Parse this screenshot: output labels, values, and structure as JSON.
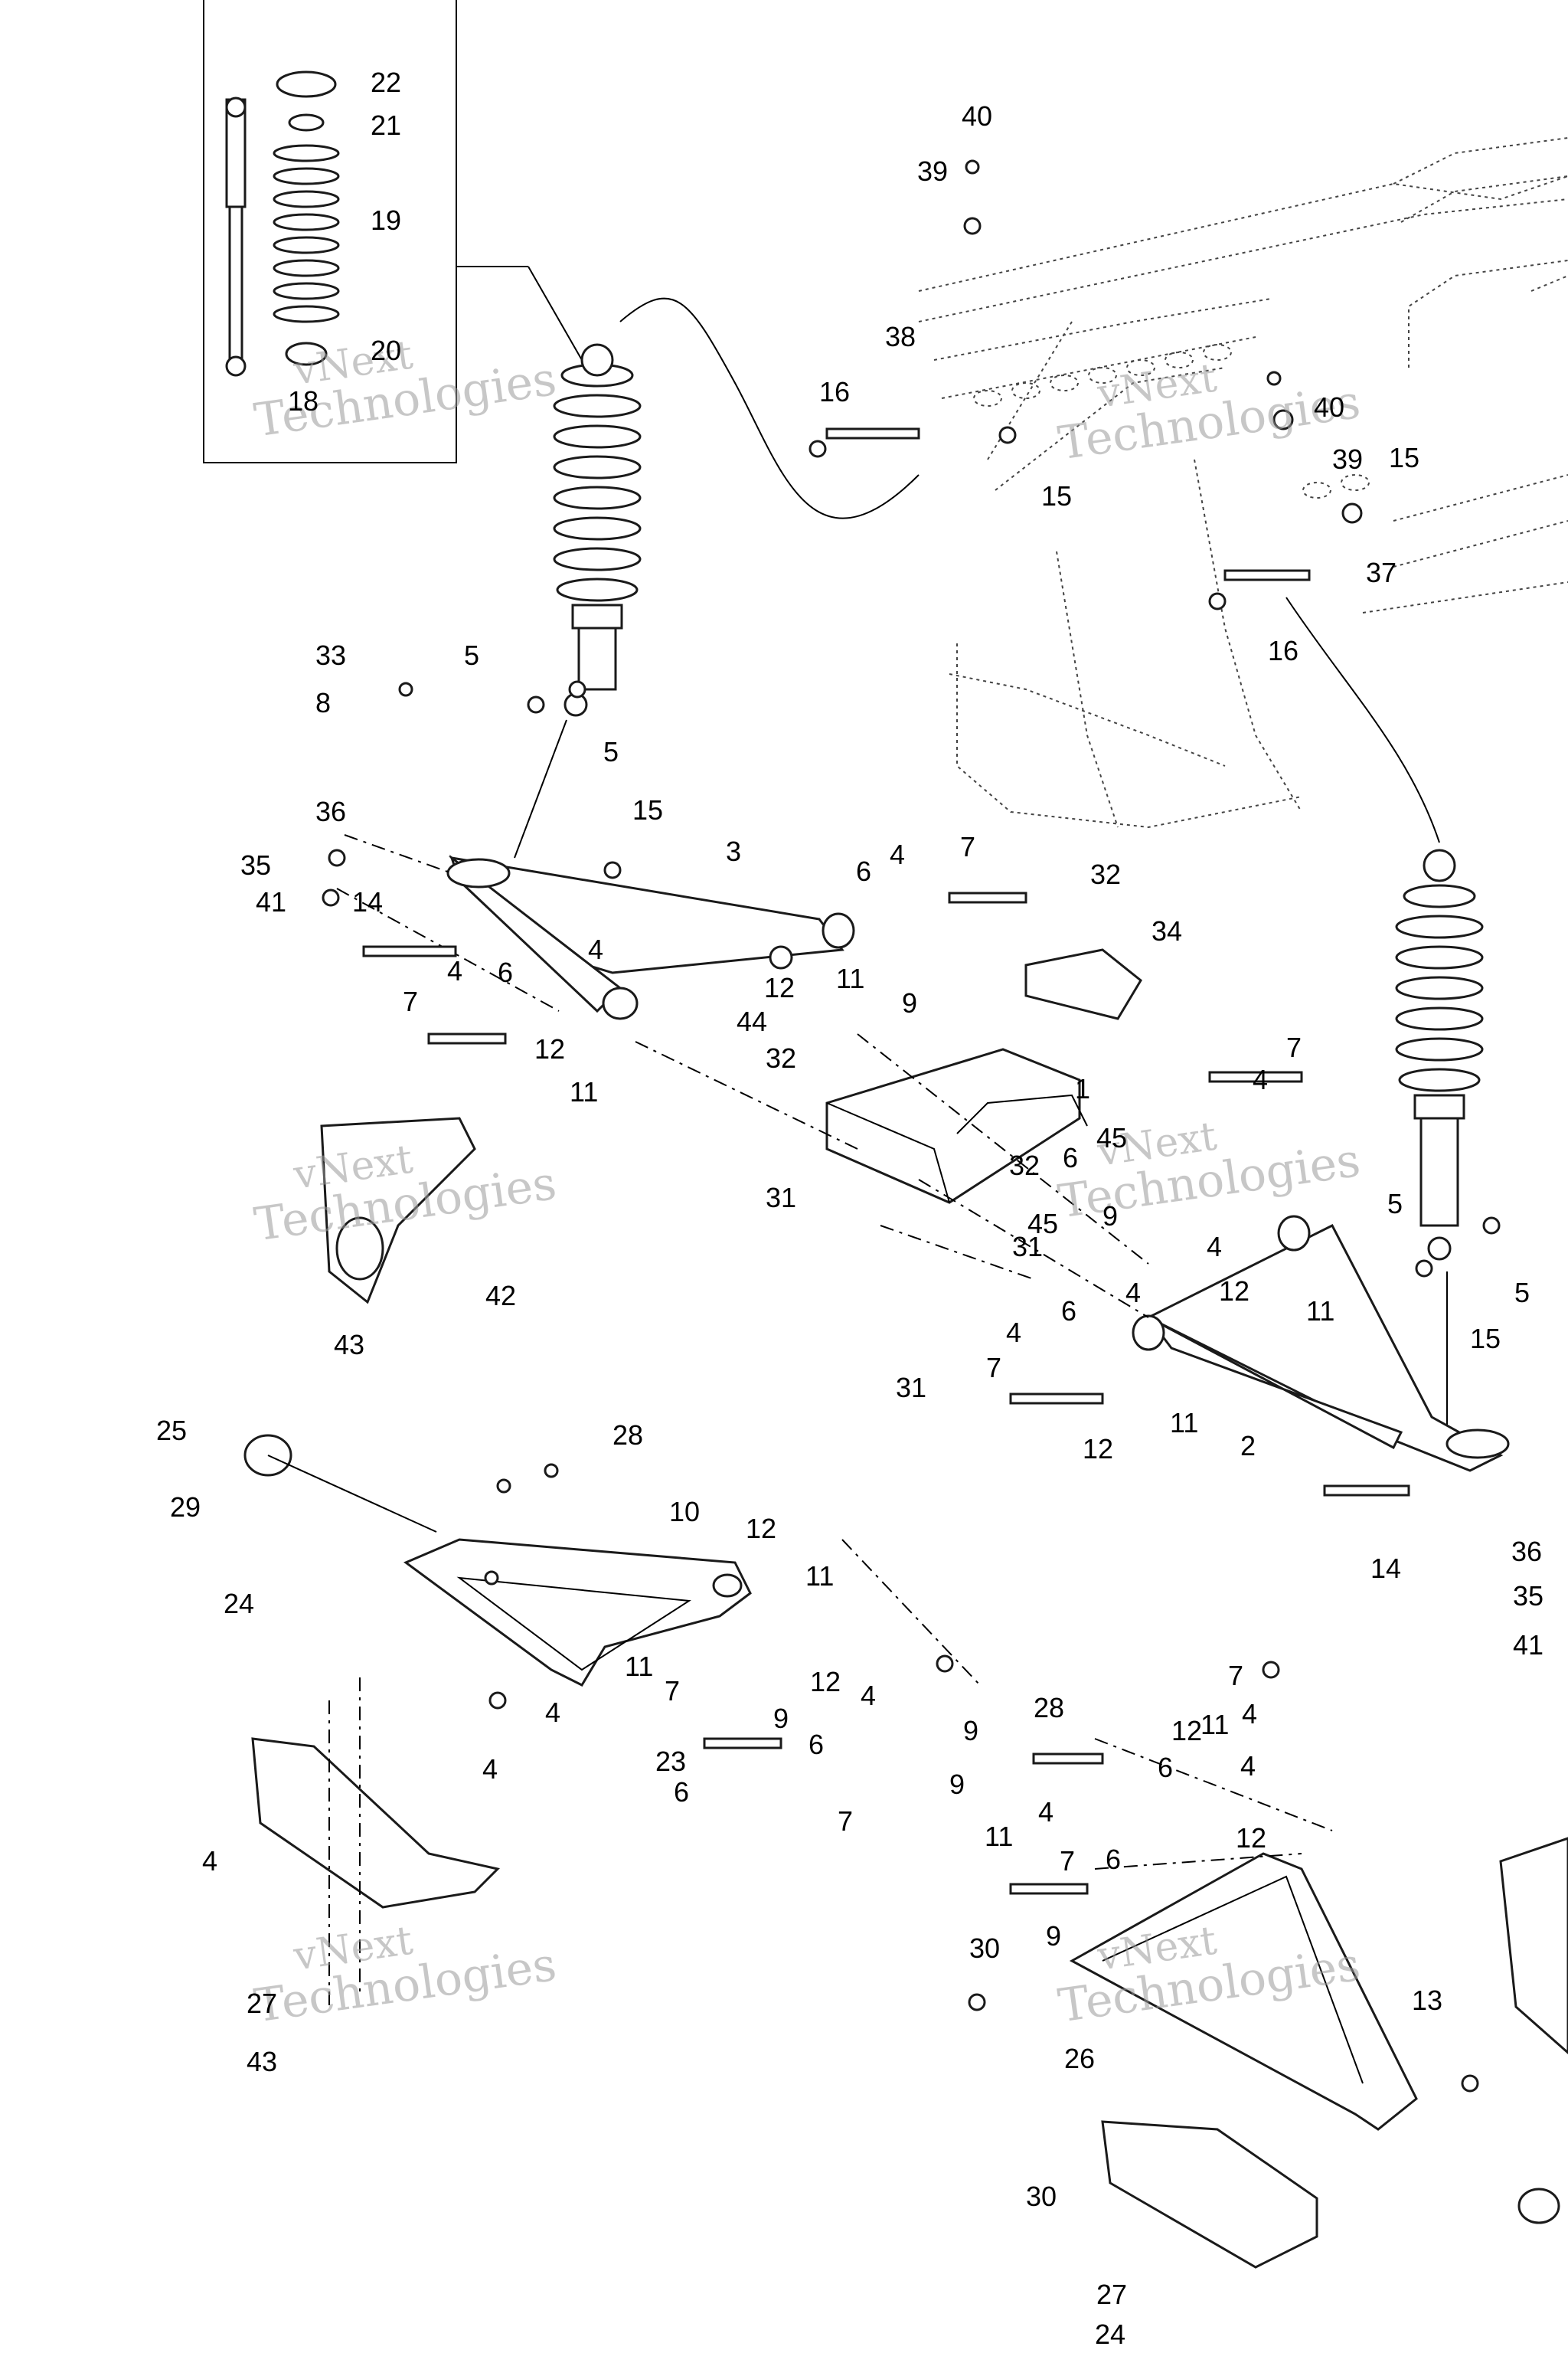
{
  "watermark": {
    "line1": "vNext",
    "line2": "Technologies"
  },
  "callouts": [
    "22",
    "21",
    "19",
    "20",
    "18",
    "40",
    "39",
    "38",
    "16",
    "15",
    "40",
    "39",
    "15",
    "37",
    "16",
    "33",
    "8",
    "5",
    "5",
    "36",
    "15",
    "3",
    "35",
    "41",
    "14",
    "6",
    "4",
    "7",
    "32",
    "34",
    "4",
    "12",
    "11",
    "7",
    "4",
    "6",
    "12",
    "11",
    "44",
    "9",
    "32",
    "1",
    "45",
    "32",
    "9",
    "31",
    "31",
    "45",
    "6",
    "4",
    "7",
    "4",
    "5",
    "5",
    "12",
    "11",
    "42",
    "43",
    "4",
    "15",
    "4",
    "6",
    "31",
    "7",
    "12",
    "11",
    "2",
    "14",
    "36",
    "35",
    "41",
    "25",
    "28",
    "29",
    "10",
    "24",
    "12",
    "11",
    "11",
    "7",
    "4",
    "12",
    "6",
    "4",
    "9",
    "6",
    "4",
    "9",
    "23",
    "4",
    "7",
    "9",
    "28",
    "7",
    "12",
    "11",
    "4",
    "4",
    "6",
    "12",
    "11",
    "4",
    "7",
    "6",
    "9",
    "30",
    "27",
    "43",
    "13",
    "26",
    "30",
    "27",
    "24"
  ],
  "colors": {
    "line": "#000000",
    "watermark": "#9a9a9a",
    "background": "#ffffff"
  }
}
